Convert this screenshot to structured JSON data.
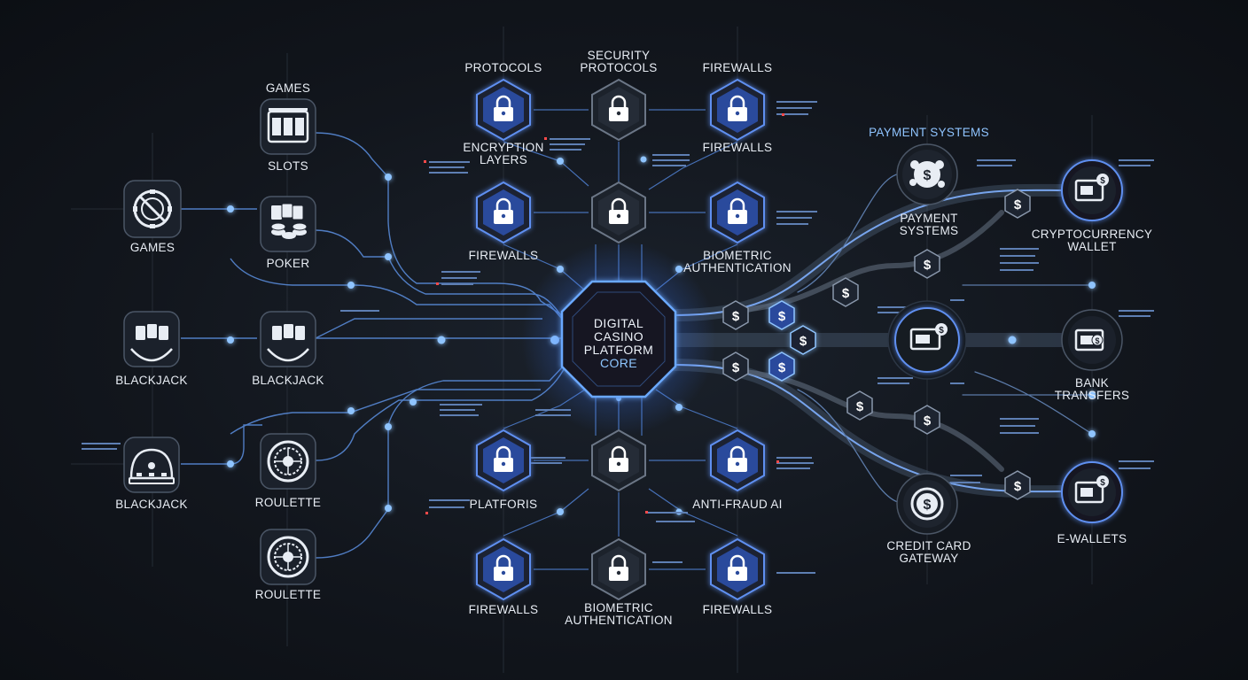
{
  "core": {
    "line1": "DIGITAL",
    "line2": "CASINO",
    "line3": "PLATFORM",
    "line4": "CORE"
  },
  "games": {
    "games_hub": "GAMES",
    "slots_heading": "GAMES",
    "slots": "SLOTS",
    "poker": "POKER",
    "blackjack_left": "BLACKJACK",
    "blackjack_right": "BLACKJACK",
    "blackjack_lower": "BLACKJACK",
    "roulette_upper": "ROULETTE",
    "roulette_lower": "ROULETTE"
  },
  "security": {
    "protocols": "PROTOCOLS",
    "security_protocols_1": "SECURITY",
    "security_protocols_2": "PROTOCOLS",
    "firewalls_top": "FIREWALLS",
    "encryption_1": "ENCRYPTION",
    "encryption_2": "LAYERS",
    "firewalls_top_right": "FIREWALLS",
    "firewalls_mid": "FIREWALLS",
    "biometric_1": "BIOMETRIC",
    "biometric_2": "AUTHENTICATION",
    "platforis": "PLATFORIS",
    "anti_fraud": "ANTI-FRAUD AI",
    "firewalls_bottom_left": "FIREWALLS",
    "biometric_bottom_1": "BIOMETRIC",
    "biometric_bottom_2": "AUTHENTICATION",
    "firewalls_bottom_right": "FIREWALLS"
  },
  "payments": {
    "heading": "PAYMENT SYSTEMS",
    "systems_1": "PAYMENT",
    "systems_2": "SYSTEMS",
    "crypto_1": "CRYPTOCURRENCY",
    "crypto_2": "WALLET",
    "bank_1": "BANK",
    "bank_2": "TRANSFERS",
    "credit_1": "CREDIT CARD",
    "credit_2": "GATEWAY",
    "ewallets": "E-WALLETS"
  },
  "colors": {
    "background": "#12161d",
    "accent": "#4f8cff",
    "glow": "#8fc4ff",
    "node_fill": "#1a2029",
    "lock_fill": "#2a4a9c",
    "alert": "#ff4a4a"
  },
  "icons": {
    "lock": "lock-icon",
    "dollar": "dollar-icon",
    "slot_machine": "slot-machine-icon",
    "cards": "playing-cards-icon",
    "roulette": "roulette-wheel-icon",
    "wallet": "wallet-icon",
    "coin": "coin-icon"
  }
}
